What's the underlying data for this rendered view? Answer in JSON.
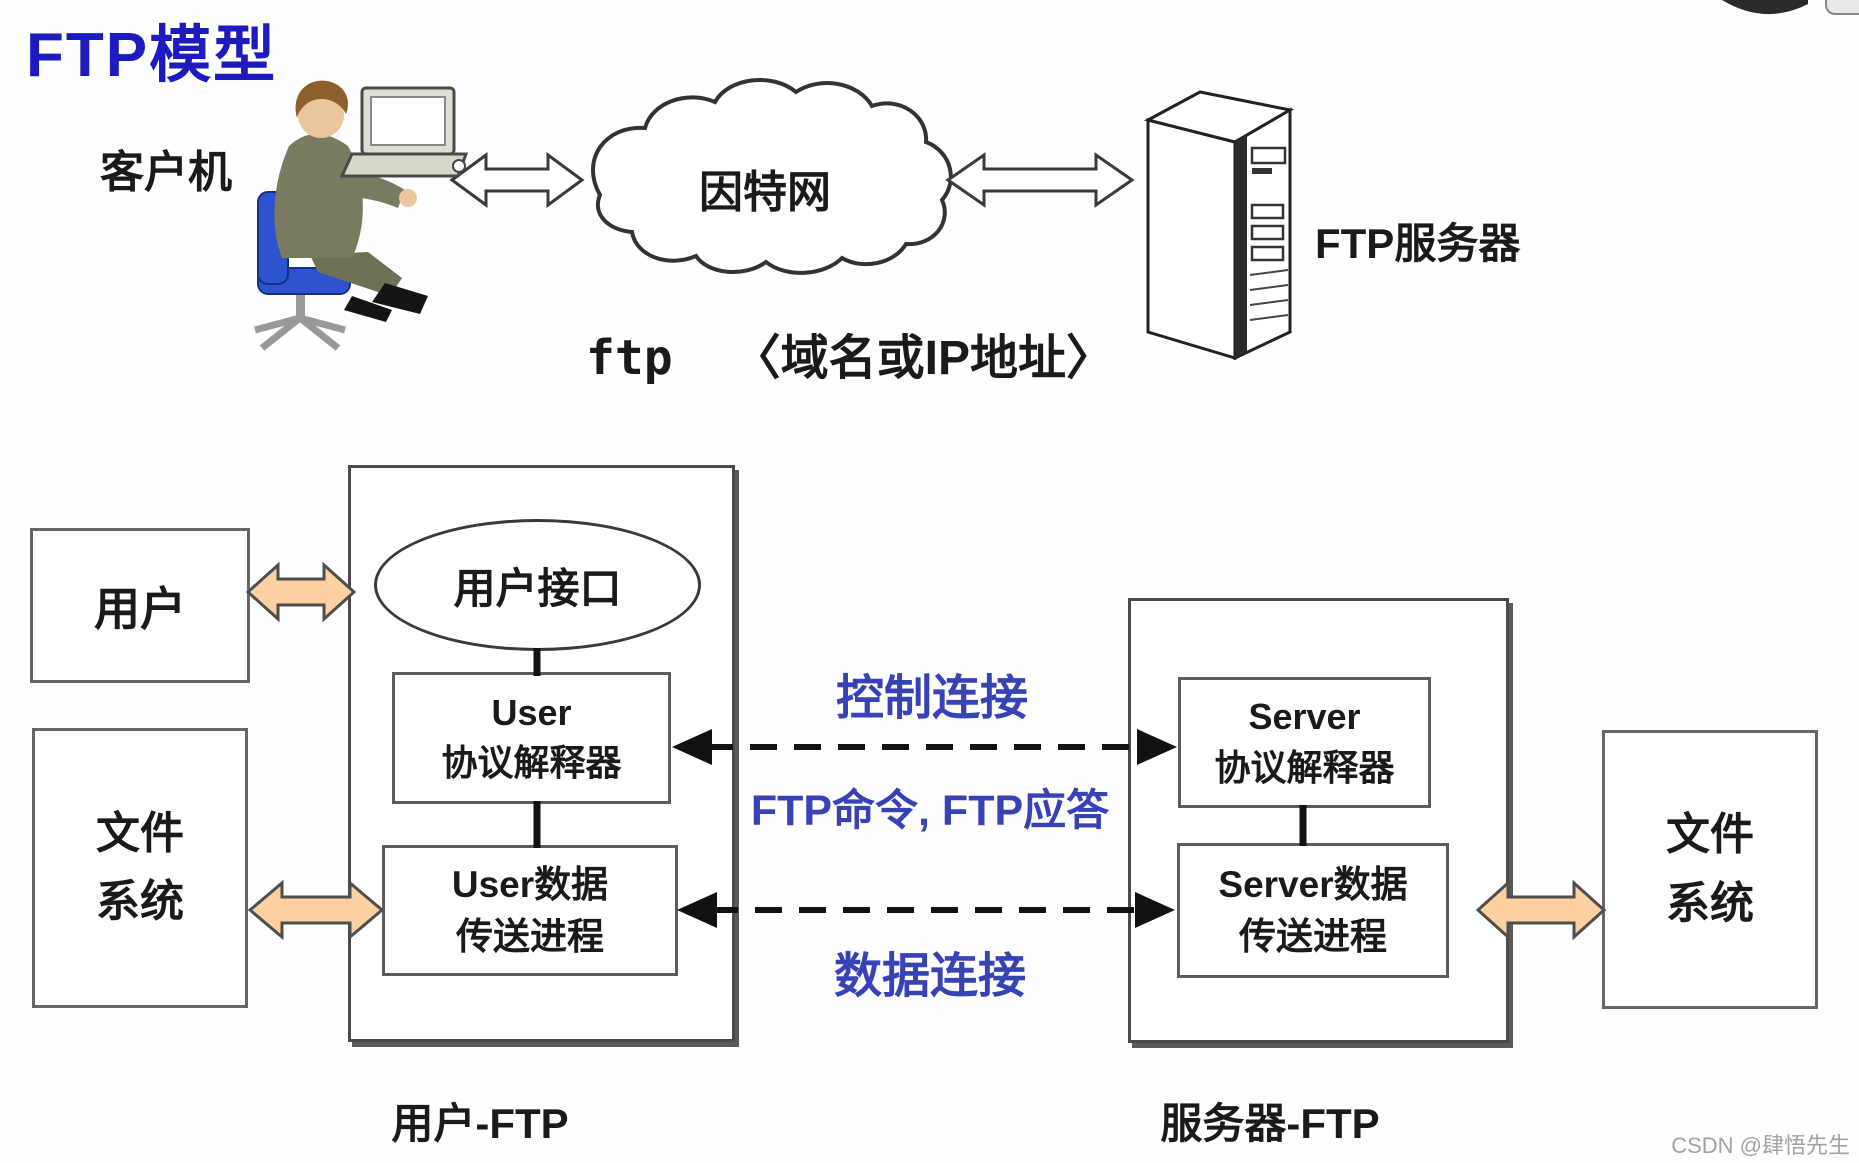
{
  "title": "FTP模型",
  "top_section": {
    "client_label": "客户机",
    "internet_label": "因特网",
    "server_label": "FTP服务器",
    "ftp_command": "ftp",
    "ftp_address": "〈域名或IP地址〉"
  },
  "user_ftp": {
    "user_box": "用户",
    "user_interface": "用户接口",
    "pi_line1": "User",
    "pi_line2": "协议解释器",
    "dtp_line1": "User数据",
    "dtp_line2": "传送进程",
    "fs_line1": "文件",
    "fs_line2": "系统",
    "caption": "用户-FTP"
  },
  "server_ftp": {
    "pi_line1": "Server",
    "pi_line2": "协议解释器",
    "dtp_line1": "Server数据",
    "dtp_line2": "传送进程",
    "fs_line1": "文件",
    "fs_line2": "系统",
    "caption": "服务器-FTP"
  },
  "connections": {
    "control": "控制连接",
    "control_detail": "FTP命令, FTP应答",
    "data": "数据连接"
  },
  "watermark": "CSDN @肆悟先生",
  "colors": {
    "title_blue": "#1b1bc0",
    "label_blue": "#3743b5",
    "arrow_orange": "#fcd0a0"
  }
}
